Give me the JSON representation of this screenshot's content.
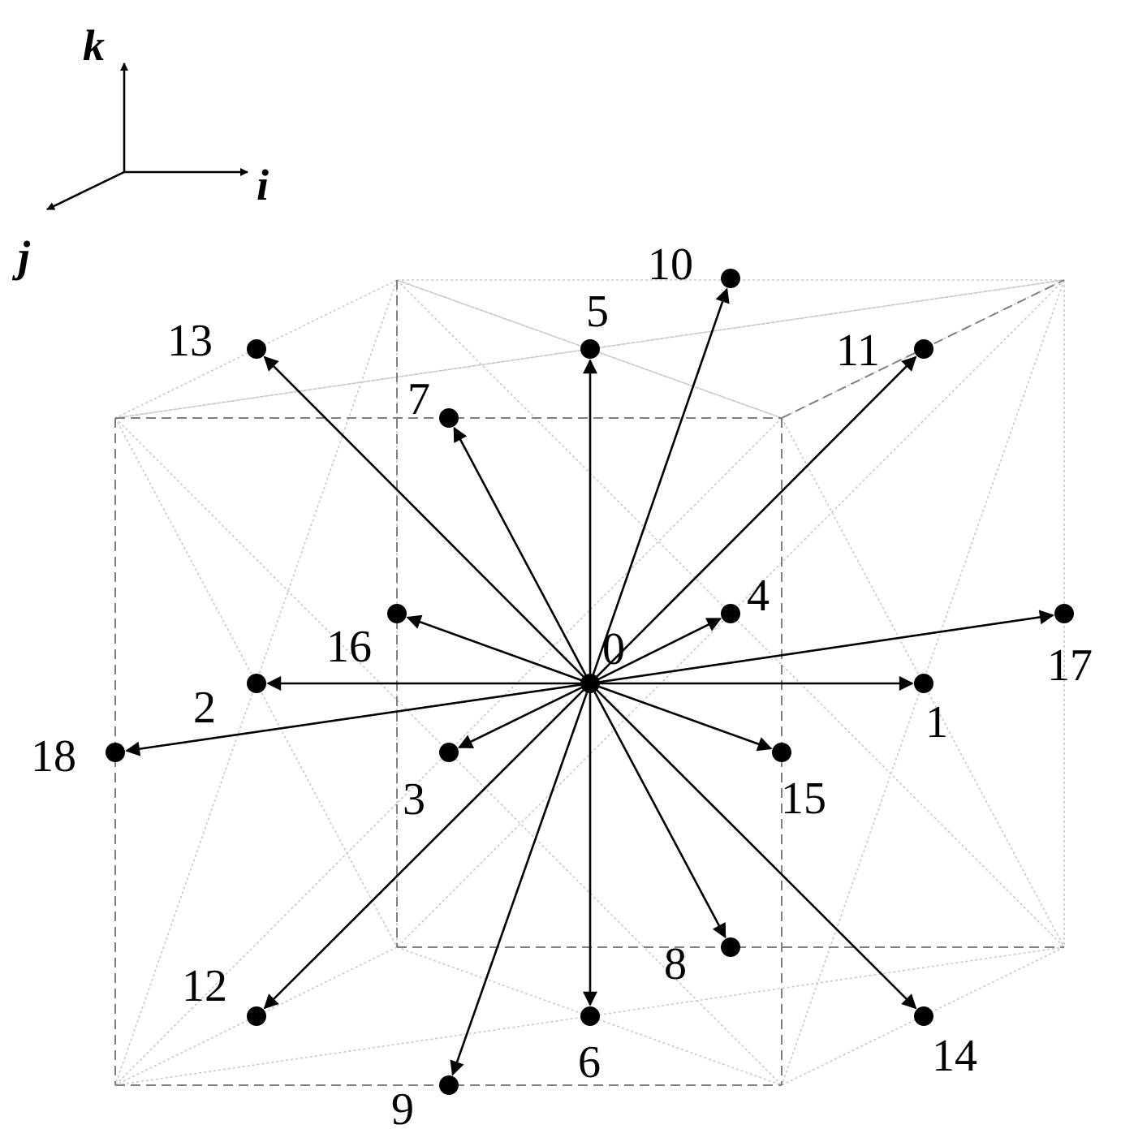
{
  "axes": {
    "k": "k",
    "i": "i",
    "j": "j"
  },
  "lattice": {
    "center": "0",
    "velocities": [
      "1",
      "2",
      "3",
      "4",
      "5",
      "6",
      "7",
      "8",
      "9",
      "10",
      "11",
      "12",
      "13",
      "14",
      "15",
      "16",
      "17",
      "18"
    ]
  },
  "colors": {
    "ink": "#000000",
    "dashed_edge": "#808080",
    "faint_edge": "#c8c8c8"
  }
}
